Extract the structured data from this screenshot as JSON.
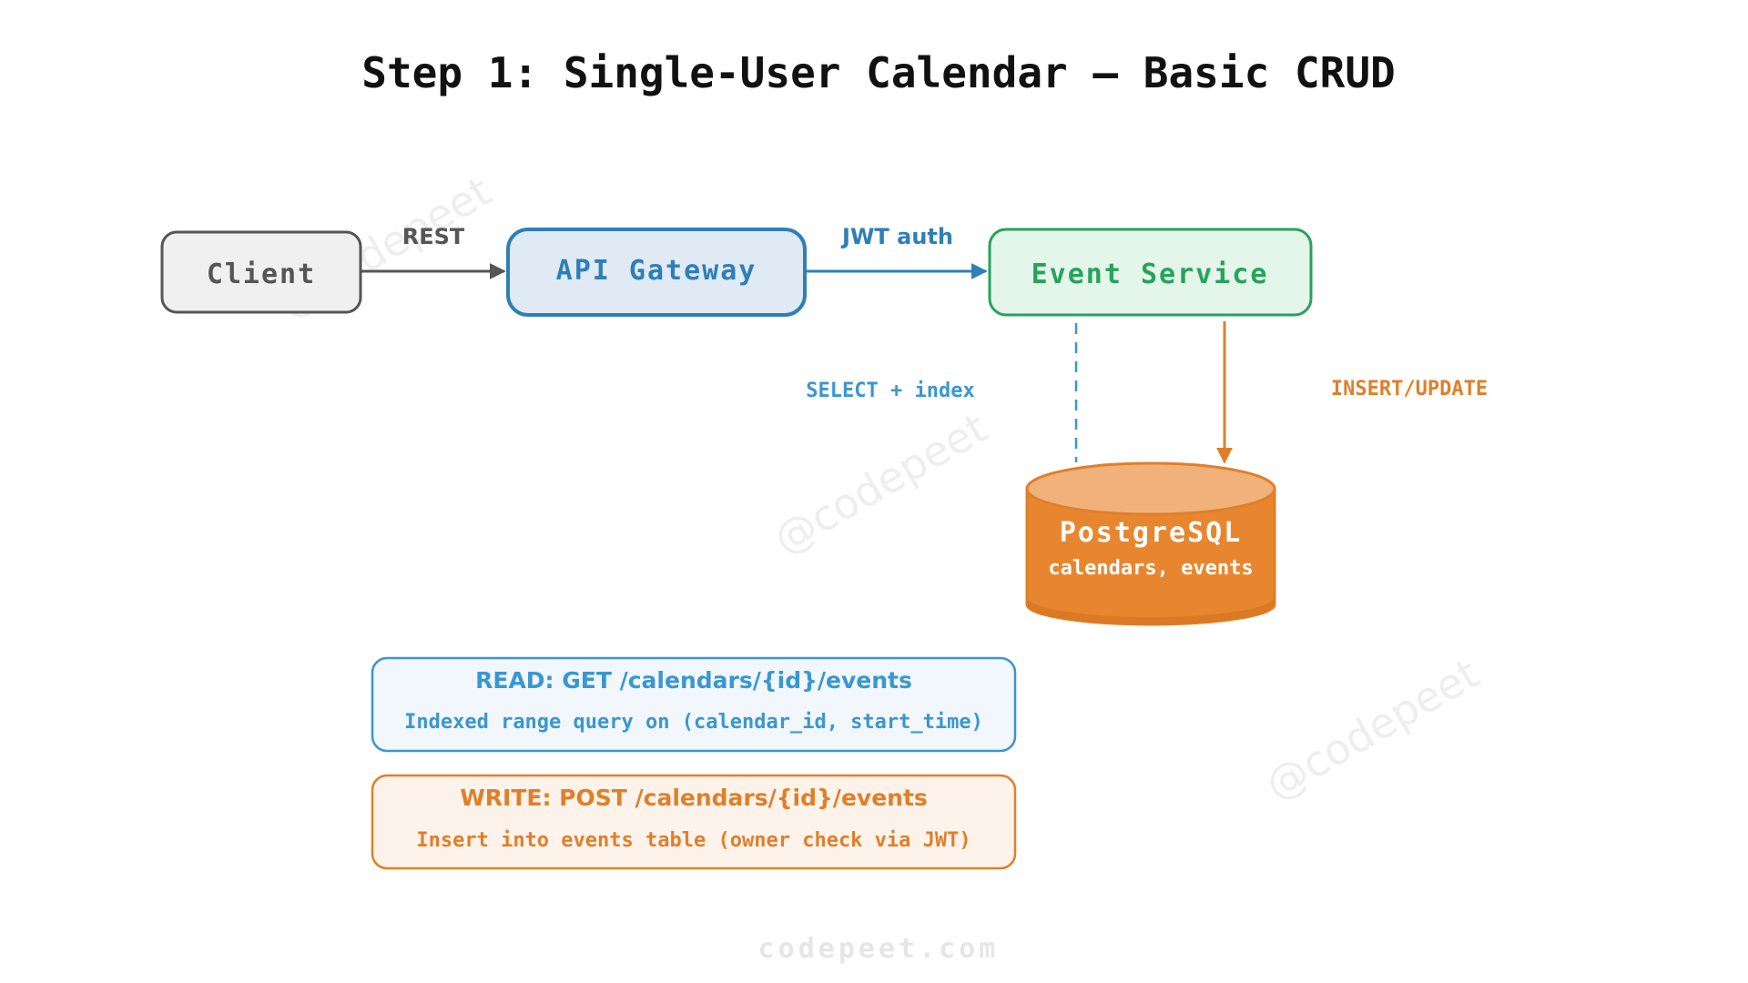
{
  "title": "Step 1: Single-User Calendar — Basic CRUD",
  "watermarks": [
    "@codepeet",
    "@codepeet",
    "@codepeet"
  ],
  "footer": "codepeet.com",
  "nodes": {
    "client": "Client",
    "gateway": "API Gateway",
    "service": "Event Service",
    "db": {
      "name": "PostgreSQL",
      "tables": "calendars, events"
    }
  },
  "edges": {
    "client_gateway": "REST",
    "gateway_service": "JWT auth",
    "read": "SELECT + index",
    "write": "INSERT/UPDATE"
  },
  "notes": {
    "read": {
      "title": "READ: GET /calendars/{id}/events",
      "detail": "Indexed range query on (calendar_id, start_time)"
    },
    "write": {
      "title": "WRITE: POST /calendars/{id}/events",
      "detail": "Insert into events table (owner check via JWT)"
    }
  },
  "colors": {
    "client": "#555555",
    "gateway": "#2e7fb8",
    "service": "#27a35a",
    "read": "#3a97d0",
    "write": "#e07f2a",
    "db": "#e8862f"
  }
}
